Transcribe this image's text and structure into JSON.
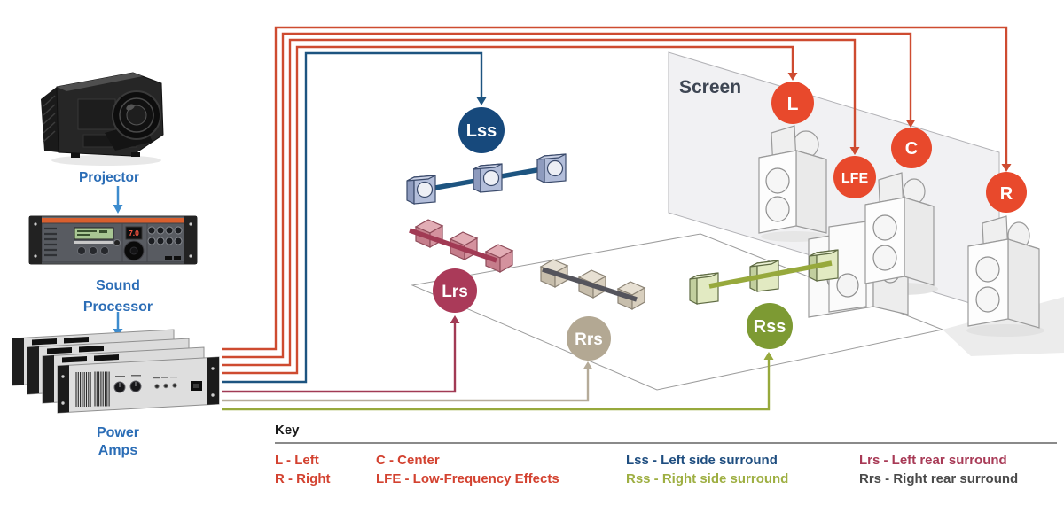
{
  "equipment": {
    "projector_label": "Projector",
    "sound_label_1": "Sound",
    "sound_label_2": "Processor",
    "amps_label_1": "Power",
    "amps_label_2": "Amps",
    "label_color": "#2B6DB6",
    "processor_display": "7.0"
  },
  "screen": {
    "label": "Screen",
    "color": "#3E4653"
  },
  "channels": {
    "L": {
      "label": "L",
      "color": "#E8492C",
      "wire": "#CE4B30"
    },
    "C": {
      "label": "C",
      "color": "#E8492C",
      "wire": "#CE4B30"
    },
    "LFE": {
      "label": "LFE",
      "color": "#E8492C",
      "wire": "#CE4B30"
    },
    "R": {
      "label": "R",
      "color": "#E8492C",
      "wire": "#CE4B30"
    },
    "Lss": {
      "label": "Lss",
      "color": "#17497C",
      "wire": "#1D5480"
    },
    "Lrs": {
      "label": "Lrs",
      "color": "#AA3A59",
      "wire": "#A13A54"
    },
    "Rrs": {
      "label": "Rrs",
      "color": "#B3A893",
      "wire": "#B5AB99",
      "line": "#54545C"
    },
    "Rss": {
      "label": "Rss",
      "color": "#7D9A33",
      "wire": "#97A93C"
    }
  },
  "key": {
    "title": "Key",
    "columns": [
      {
        "entries": [
          {
            "text": "L - Left",
            "color": "#D34230"
          },
          {
            "text": "R - Right",
            "color": "#D34230"
          }
        ]
      },
      {
        "entries": [
          {
            "text": "C - Center",
            "color": "#D34230"
          },
          {
            "text": "LFE - Low-Frequency Effects",
            "color": "#D34230"
          }
        ]
      },
      {
        "entries": [
          {
            "text": "Lss - Left side surround",
            "color": "#1F4E80"
          },
          {
            "text": "Rss - Right side surround",
            "color": "#9EAF42"
          }
        ]
      },
      {
        "entries": [
          {
            "text": "Lrs - Left rear surround",
            "color": "#A83A56"
          },
          {
            "text": "Rrs - Right rear surround",
            "color": "#4A4A4A"
          }
        ]
      }
    ]
  }
}
